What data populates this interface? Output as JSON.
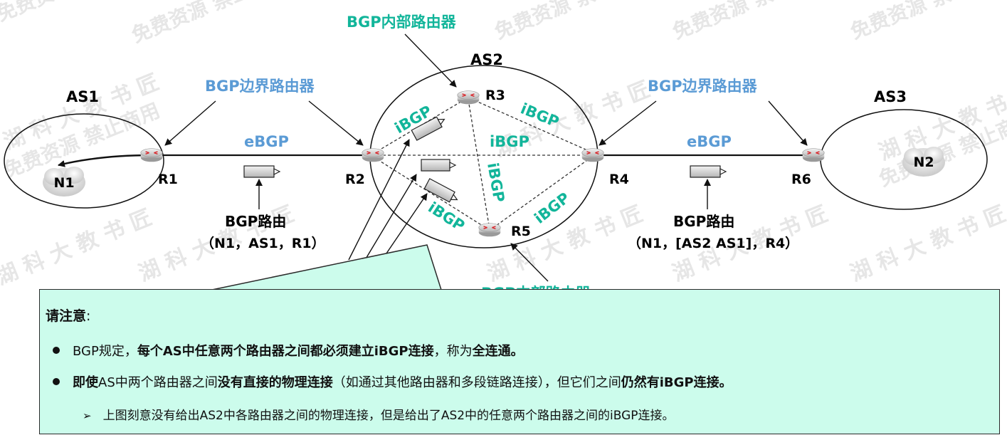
{
  "colors": {
    "blue_label": "#5b9bd5",
    "green_label": "#12b59a",
    "note_bg": "#ccfcec",
    "watermark": "#e6e6e6"
  },
  "diagram": {
    "as_labels": {
      "as1": "AS1",
      "as2": "AS2",
      "as3": "AS3"
    },
    "routers": {
      "r1": "R1",
      "r2": "R2",
      "r3": "R3",
      "r4": "R4",
      "r5": "R5",
      "r6": "R6"
    },
    "networks": {
      "n1": "N1",
      "n2": "N2"
    },
    "callouts": {
      "internal_top": "BGP内部路由器",
      "border_left": "BGP边界路由器",
      "border_right": "BGP边界路由器",
      "internal_bottom": "BGP内部路由器"
    },
    "links": {
      "ebgp_left": "eBGP",
      "ebgp_right": "eBGP",
      "ibgp_r2_r3": "iBGP",
      "ibgp_r3_r4": "iBGP",
      "ibgp_r2_r4": "iBGP",
      "ibgp_r3_r5": "iBGP",
      "ibgp_r2_r5": "iBGP",
      "ibgp_r4_r5": "iBGP"
    },
    "bgp_route_left": {
      "title": "BGP路由",
      "value": "（N1，AS1，R1）"
    },
    "bgp_route_right": {
      "title": "BGP路由",
      "value": "（N1，[AS2 AS1]，R4）"
    },
    "watermark": {
      "line1": "湖 科 大 教 书 匠",
      "line2": "免费资源 禁止商用"
    }
  },
  "note": {
    "title": "请注意",
    "title_colon": ":",
    "line1": {
      "a": "BGP规定，",
      "b": "每个AS中任意两个路由器之间都必须建立iBGP连接",
      "c": "，称为",
      "d": "全连通。"
    },
    "line2": {
      "a": "即使",
      "b": "AS中两个路由器之间",
      "c": "没有直接的物理连接",
      "d": "（如通过其他路由器和多段链路连接），但它们之间",
      "e": "仍然有iBGP连接。"
    },
    "line3": "上图刻意没有给出AS2中各路由器之间的物理连接，但是给出了AS2中的任意两个路由器之间的iBGP连接。"
  }
}
